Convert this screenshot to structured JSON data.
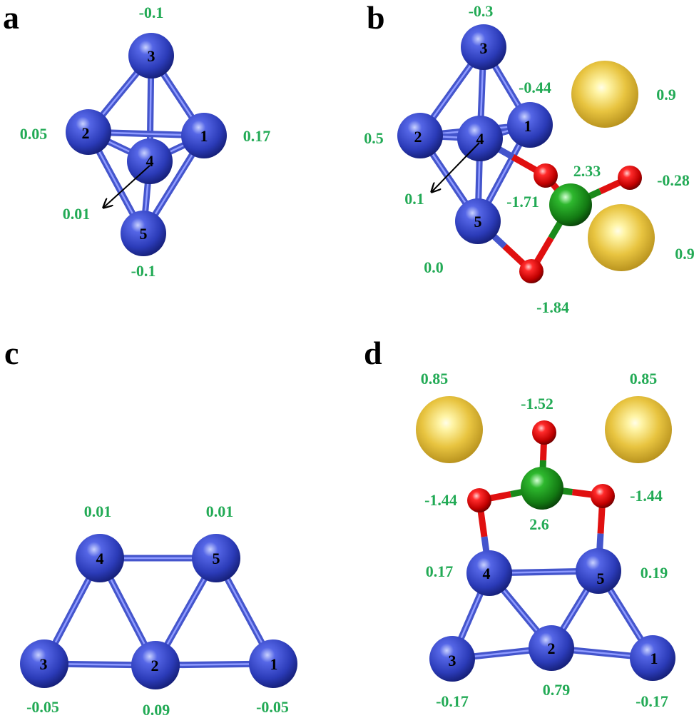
{
  "colors": {
    "cluster_atom": "#3344cc",
    "oxygen_atom": "#e01010",
    "central_atom": "#1a8a1a",
    "counter_ion": "#e8c440",
    "charge_label": "#22aa55",
    "bond": "#4455cc"
  },
  "panels": [
    {
      "letter": "a",
      "atoms": [
        {
          "index": "1",
          "charge": "0.17"
        },
        {
          "index": "2",
          "charge": "0.05"
        },
        {
          "index": "3",
          "charge": "-0.1"
        },
        {
          "index": "4",
          "charge": "0.01"
        },
        {
          "index": "5",
          "charge": "-0.1"
        }
      ]
    },
    {
      "letter": "b",
      "atoms": [
        {
          "index": "1",
          "charge": "-0.44"
        },
        {
          "index": "2",
          "charge": "0.5"
        },
        {
          "index": "3",
          "charge": "-0.3"
        },
        {
          "index": "4",
          "charge": "0.1"
        },
        {
          "index": "5",
          "charge": "0.0"
        }
      ],
      "adsorbate_charges": {
        "central": "2.33",
        "oxygen_top": "-1.71",
        "oxygen_right": "-0.28",
        "oxygen_bottom": "-1.84",
        "ion_top": "0.9",
        "ion_bottom": "0.9"
      }
    },
    {
      "letter": "c",
      "atoms": [
        {
          "index": "1",
          "charge": "-0.05"
        },
        {
          "index": "2",
          "charge": "0.09"
        },
        {
          "index": "3",
          "charge": "-0.05"
        },
        {
          "index": "4",
          "charge": "0.01"
        },
        {
          "index": "5",
          "charge": "0.01"
        }
      ]
    },
    {
      "letter": "d",
      "atoms": [
        {
          "index": "1",
          "charge": "-0.17"
        },
        {
          "index": "2",
          "charge": "0.79"
        },
        {
          "index": "3",
          "charge": "-0.17"
        },
        {
          "index": "4",
          "charge": "0.17"
        },
        {
          "index": "5",
          "charge": "0.19"
        }
      ],
      "adsorbate_charges": {
        "central": "2.6",
        "oxygen_top": "-1.52",
        "oxygen_left": "-1.44",
        "oxygen_right": "-1.44",
        "ion_left": "0.85",
        "ion_right": "0.85"
      }
    }
  ]
}
